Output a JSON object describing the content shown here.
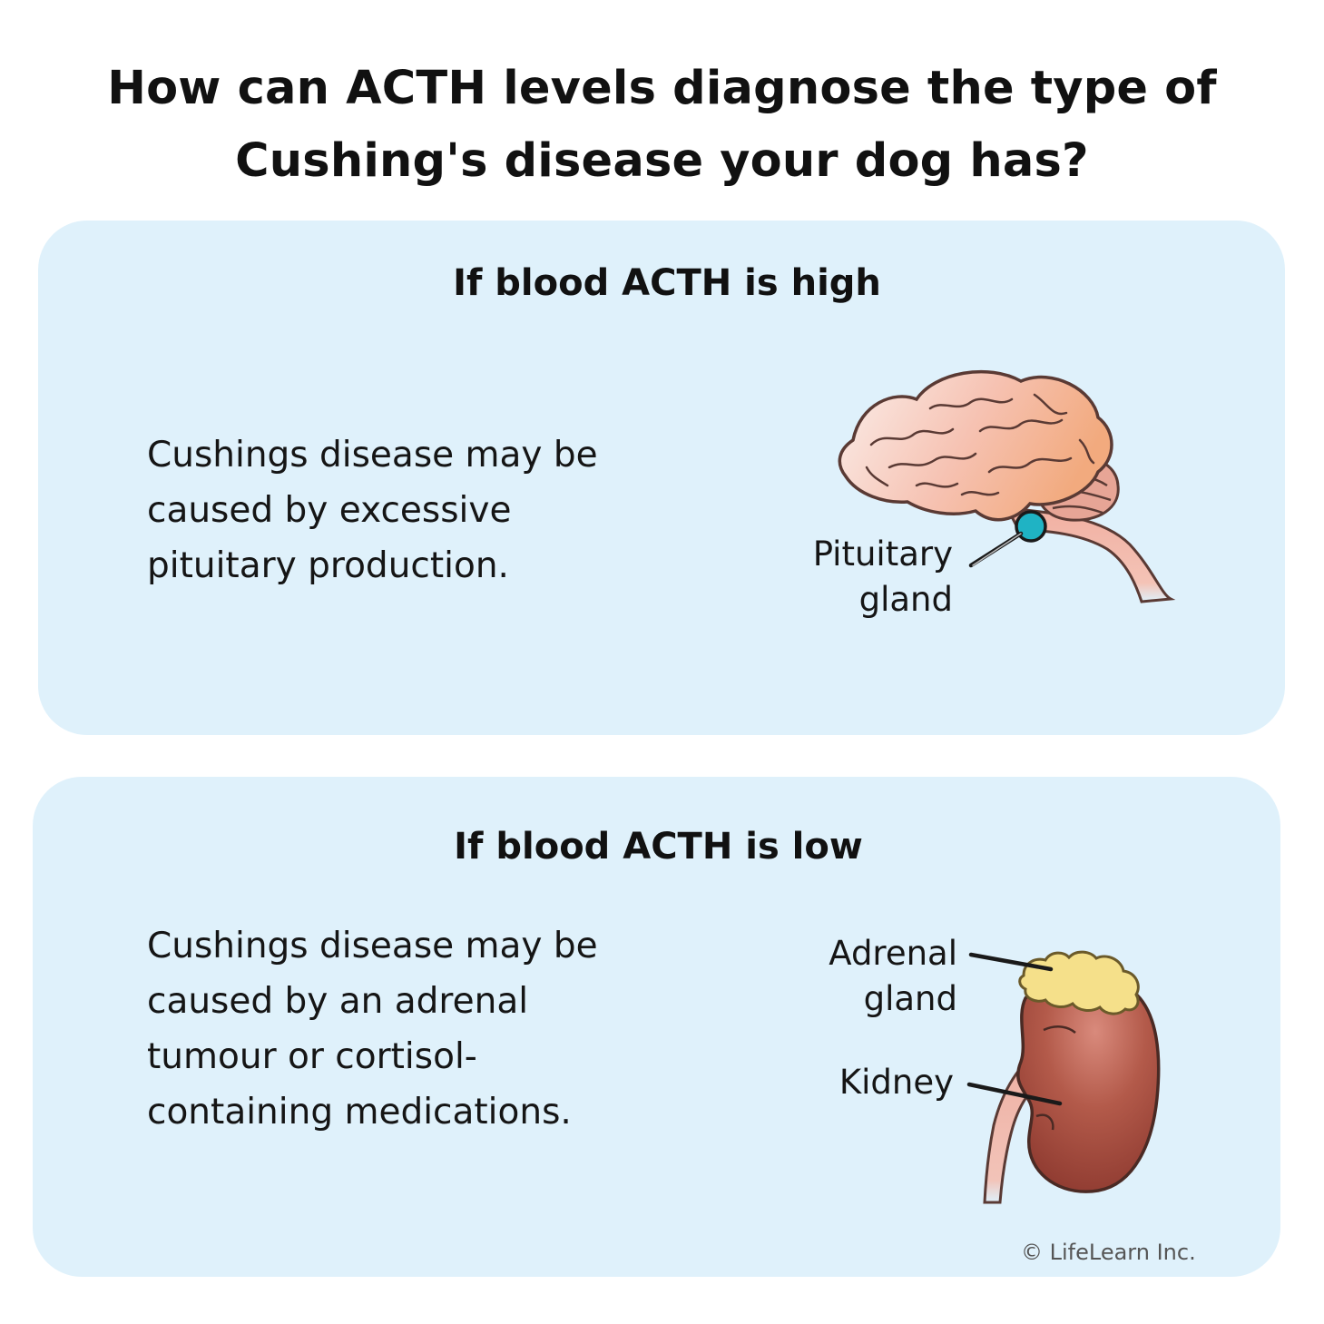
{
  "title": {
    "line1": "How can ACTH levels diagnose the type of",
    "line2": "Cushing's disease your dog has?"
  },
  "panel_high": {
    "heading": "If blood ACTH is high",
    "description": "Cushings disease may be caused by excessive pituitary production.",
    "label_pituitary_line1": "Pituitary",
    "label_pituitary_line2": "gland"
  },
  "panel_low": {
    "heading": "If blood ACTH is low",
    "description": "Cushings disease may be caused by an adrenal tumour or cortisol-containing medications.",
    "label_adrenal_line1": "Adrenal",
    "label_adrenal_line2": "gland",
    "label_kidney": "Kidney"
  },
  "copyright": "© LifeLearn Inc.",
  "colors": {
    "panel_background": "#dff1fb",
    "pituitary": "#1fb3c4",
    "adrenal": "#f5e08a",
    "kidney": "#a84a3c"
  }
}
